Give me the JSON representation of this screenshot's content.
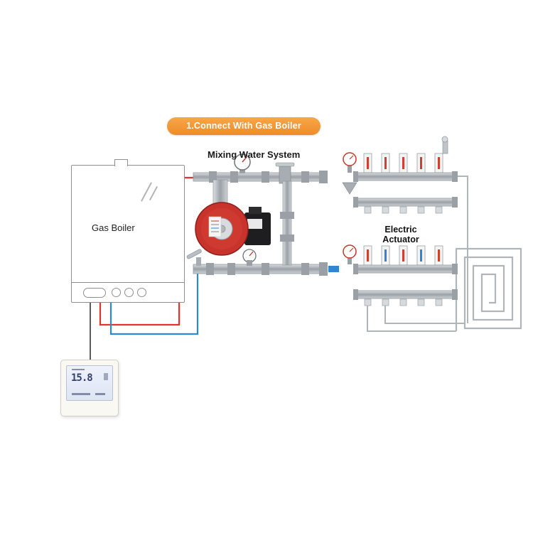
{
  "title_banner": {
    "label": "1.Connect With Gas Boiler"
  },
  "labels": {
    "mixing_system": "Mixing Water System",
    "gas_boiler": "Gas Boiler",
    "electric_actuator": "Electric Actuator"
  },
  "thermostat": {
    "display_main": "15.8"
  },
  "colors": {
    "banner_orange": "#F2933B",
    "hot_pipe_red": "#E63329",
    "cold_pipe_blue": "#2E86D4",
    "pump_red": "#C8342B",
    "wire_black": "#333333",
    "metal_gray": "#B9BEC4"
  }
}
